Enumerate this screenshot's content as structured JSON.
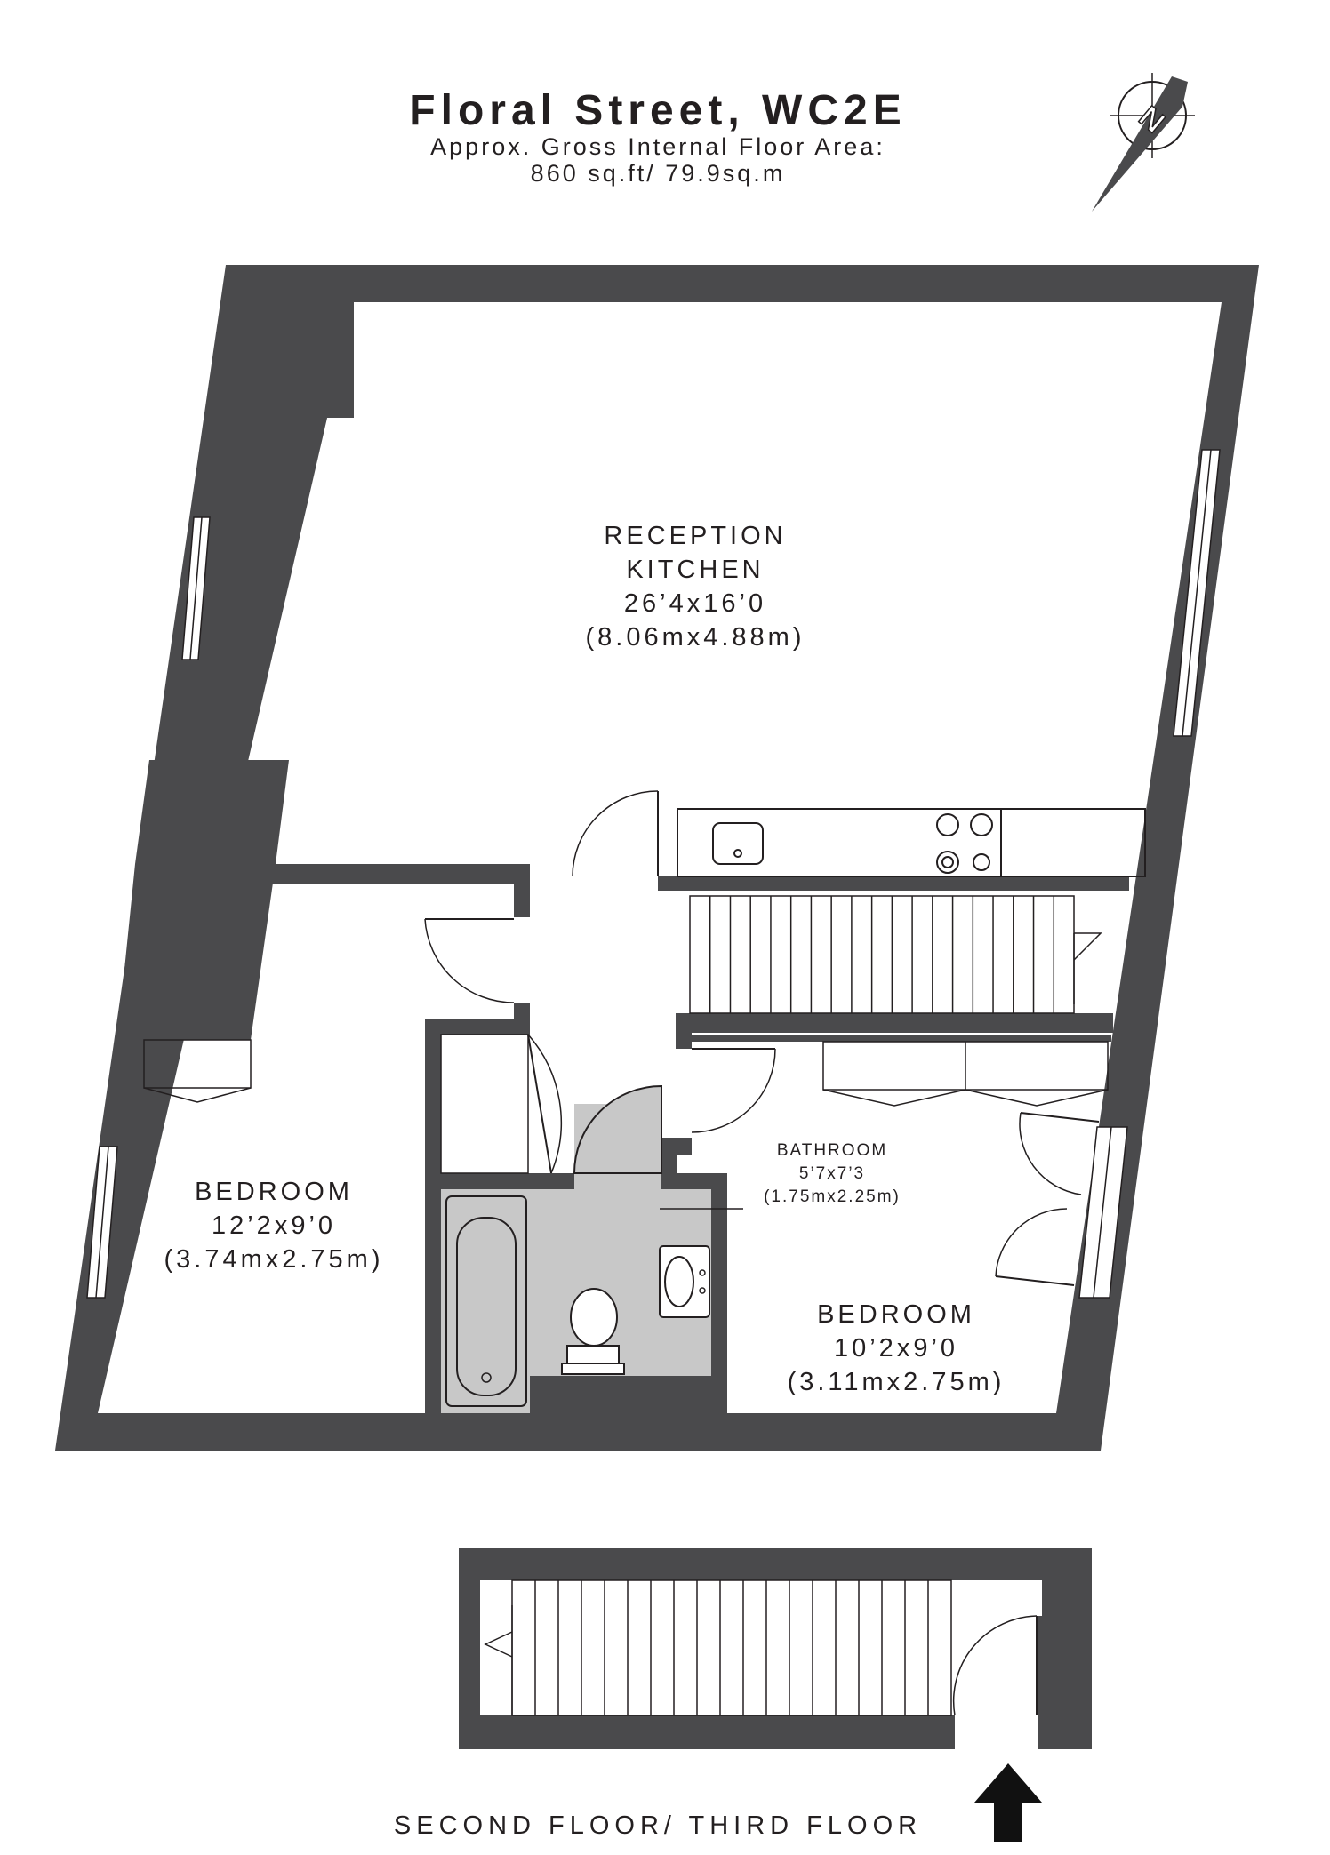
{
  "header": {
    "title": "Floral Street, WC2E",
    "area_label": "Approx. Gross Internal Floor Area:",
    "area_value": "860 sq.ft/ 79.9sq.m"
  },
  "compass": {
    "letter": "N"
  },
  "rooms": {
    "reception": {
      "line1": "RECEPTION",
      "line2": "KITCHEN",
      "imperial": "26’4x16’0",
      "metric": "(8.06mx4.88m)"
    },
    "bedroom_left": {
      "name": "BEDROOM",
      "imperial": "12’2x9’0",
      "metric": "(3.74mx2.75m)"
    },
    "bathroom": {
      "name": "BATHROOM",
      "imperial": "5’7x7’3",
      "metric": "(1.75mx2.25m)"
    },
    "bedroom_right": {
      "name": "BEDROOM",
      "imperial": "10’2x9’0",
      "metric": "(3.11mx2.75m)"
    }
  },
  "footer": {
    "floor_label": "SECOND FLOOR/ THIRD FLOOR"
  },
  "colors": {
    "wall": "#4a4a4c",
    "bathroom_floor": "#c8c8c8",
    "text": "#231f20"
  }
}
